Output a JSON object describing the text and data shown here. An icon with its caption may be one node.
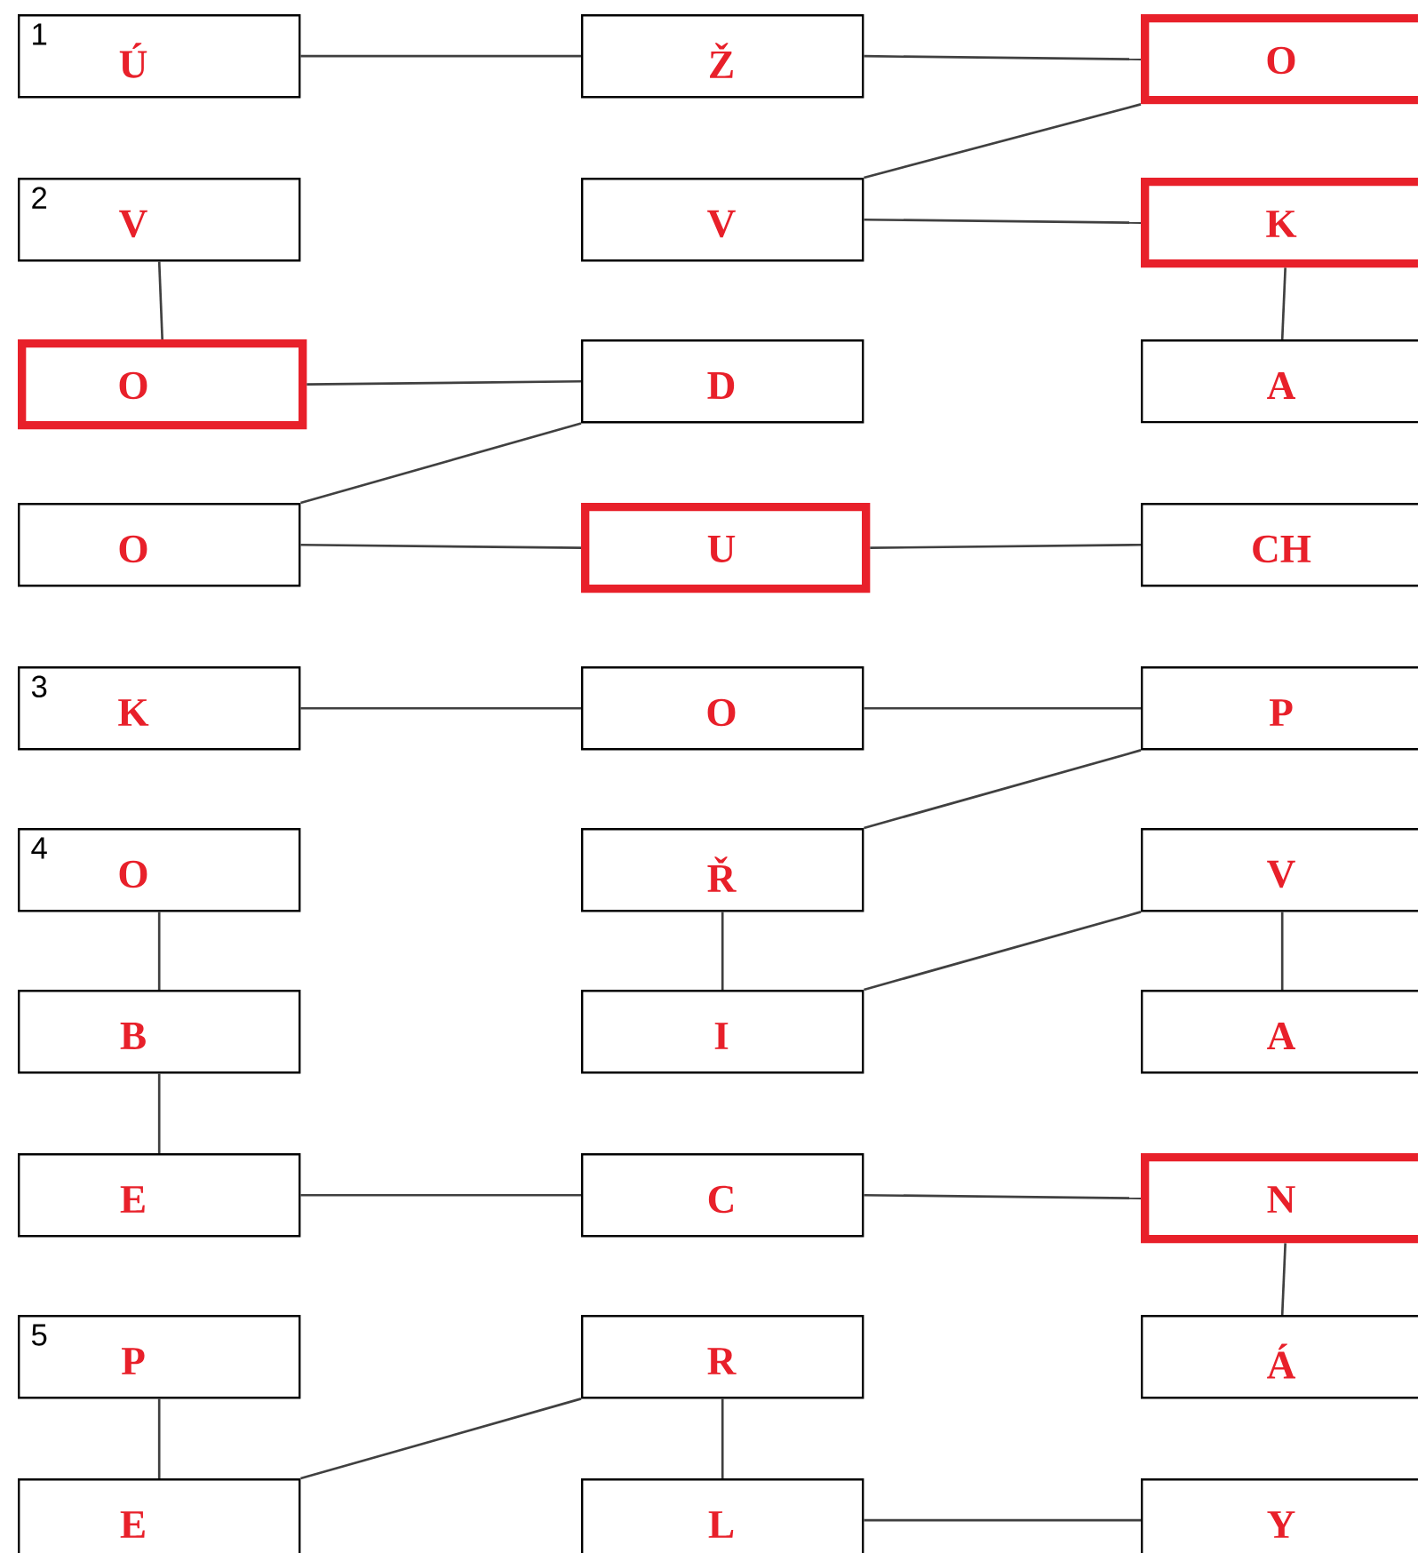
{
  "diagram": {
    "nodes": [
      {
        "text": [
          "1",
          "Ú"
        ]
      },
      {
        "text": [
          "Ž"
        ]
      },
      {
        "text": [
          "O"
        ]
      },
      {
        "text": [
          "2",
          "V"
        ]
      },
      {
        "text": [
          "V"
        ]
      },
      {
        "text": [
          "K"
        ]
      },
      {
        "text": [
          "O"
        ]
      },
      {
        "text": [
          "D"
        ]
      },
      {
        "text": [
          "A"
        ]
      },
      {
        "text": [
          "O"
        ]
      },
      {
        "text": [
          "U"
        ]
      },
      {
        "text": [
          "CH"
        ]
      },
      {
        "text": [
          "3",
          "K"
        ]
      },
      {
        "text": [
          "O"
        ]
      },
      {
        "text": [
          "P"
        ]
      },
      {
        "text": [
          "4",
          "O"
        ]
      },
      {
        "text": [
          "Ř"
        ]
      },
      {
        "text": [
          "V"
        ]
      },
      {
        "text": [
          "B"
        ]
      },
      {
        "text": [
          "I"
        ]
      },
      {
        "text": [
          "A"
        ]
      },
      {
        "text": [
          "E"
        ]
      },
      {
        "text": [
          "C"
        ]
      },
      {
        "text": [
          "N"
        ]
      },
      {
        "text": [
          "5",
          "P"
        ]
      },
      {
        "text": [
          "R"
        ]
      },
      {
        "text": [
          "Á"
        ]
      },
      {
        "text": [
          "E"
        ]
      },
      {
        "text": [
          "L"
        ]
      },
      {
        "text": [
          "Y"
        ]
      }
    ],
    "edges": [
      {
        "from": 0,
        "to": 1,
        "arrow": "none"
      },
      {
        "from": 1,
        "to": 2,
        "arrow": "none"
      },
      {
        "from": 2,
        "to": 4,
        "arrow": "none"
      },
      {
        "from": 4,
        "to": 5,
        "arrow": "none"
      },
      {
        "from": 3,
        "to": 6,
        "arrow": "none"
      },
      {
        "from": 5,
        "to": 8,
        "arrow": "none"
      },
      {
        "from": 6,
        "to": 7,
        "arrow": "none"
      },
      {
        "from": 7,
        "to": 9,
        "arrow": "none"
      },
      {
        "from": 9,
        "to": 10,
        "arrow": "none"
      },
      {
        "from": 10,
        "to": 11,
        "arrow": "none"
      },
      {
        "from": 12,
        "to": 13,
        "arrow": "none"
      },
      {
        "from": 13,
        "to": 14,
        "arrow": "none"
      },
      {
        "from": 14,
        "to": 16,
        "arrow": "none"
      },
      {
        "from": 15,
        "to": 18,
        "arrow": "none"
      },
      {
        "from": 16,
        "to": 19,
        "arrow": "none"
      },
      {
        "from": 17,
        "to": 19,
        "arrow": "none"
      },
      {
        "from": 17,
        "to": 20,
        "arrow": "none"
      },
      {
        "from": 18,
        "to": 21,
        "arrow": "none"
      },
      {
        "from": 21,
        "to": 22,
        "arrow": "none"
      },
      {
        "from": 22,
        "to": 23,
        "arrow": "none"
      },
      {
        "from": 23,
        "to": 26,
        "arrow": "none"
      },
      {
        "from": 24,
        "to": 27,
        "arrow": "none"
      },
      {
        "from": 25,
        "to": 27,
        "arrow": "none"
      },
      {
        "from": 25,
        "to": 28,
        "arrow": "none"
      },
      {
        "from": 28,
        "to": 29,
        "arrow": "none"
      }
    ]
  }
}
